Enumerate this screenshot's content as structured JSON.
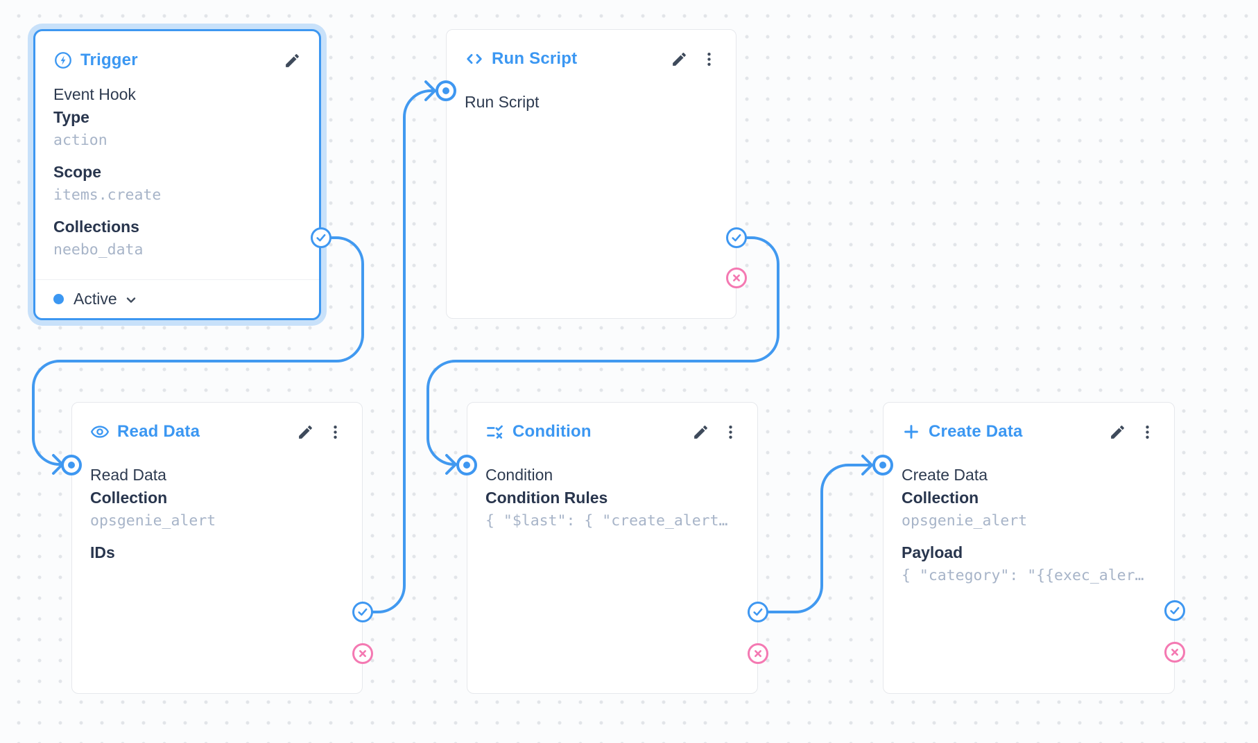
{
  "colors": {
    "primary_blue": "#3b97f2",
    "edge_blue": "#4199f0",
    "reject_pink": "#f479b2",
    "text_dark": "#2e3b50",
    "mono_value": "#a7b4c8",
    "node_border": "#e6e8ec",
    "canvas_background": "#fbfcfd"
  },
  "nodes": {
    "trigger": {
      "title": "Trigger",
      "icon": "bolt-circle-icon",
      "subtitle": "Event Hook",
      "fields": [
        {
          "label": "Type",
          "value": "action"
        },
        {
          "label": "Scope",
          "value": "items.create"
        },
        {
          "label": "Collections",
          "value": "neebo_data"
        }
      ],
      "status": {
        "label": "Active",
        "state_color": "#3b97f2"
      }
    },
    "run_script": {
      "title": "Run Script",
      "icon": "code-icon",
      "input_label": "Run Script"
    },
    "read_data": {
      "title": "Read Data",
      "icon": "eye-icon",
      "input_label": "Read Data",
      "fields": [
        {
          "label": "Collection",
          "value": "opsgenie_alert"
        },
        {
          "label": "IDs",
          "value": ""
        }
      ]
    },
    "condition": {
      "title": "Condition",
      "icon": "rule-icon",
      "input_label": "Condition",
      "fields": [
        {
          "label": "Condition Rules",
          "value": "{ \"$last\": { \"create_alert…"
        }
      ]
    },
    "create_data": {
      "title": "Create Data",
      "icon": "plus-icon",
      "input_label": "Create Data",
      "fields": [
        {
          "label": "Collection",
          "value": "opsgenie_alert"
        },
        {
          "label": "Payload",
          "value": "{ \"category\": \"{{exec_aler…"
        }
      ]
    }
  },
  "edges": [
    {
      "from": "trigger.resolve",
      "to": "read_data.input"
    },
    {
      "from": "read_data.resolve",
      "to": "run_script.input"
    },
    {
      "from": "run_script.resolve",
      "to": "condition.input"
    },
    {
      "from": "condition.resolve",
      "to": "create_data.input"
    }
  ]
}
